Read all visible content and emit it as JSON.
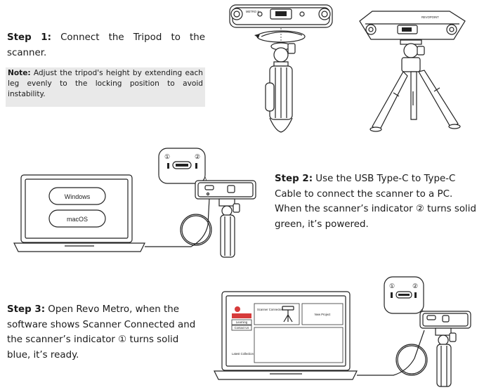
{
  "step1": {
    "label": "Step 1:",
    "text": " Connect the Tripod to the scanner."
  },
  "note": {
    "label": "Note:",
    "text": " Adjust the tripod's height by extending each leg evenly to the locking position to avoid instability."
  },
  "step2": {
    "label": "Step 2:",
    "text": " Use the USB Type-C to Type-C Cable to connect the scanner to a PC. When the scanner’s indicator ② turns solid green, it’s powered."
  },
  "step3": {
    "label": "Step 3:",
    "text": " Open Revo Metro, when the software shows Scanner Connected and the scanner’s indicator ① turns solid blue, it’s ready."
  },
  "laptop1": {
    "os_options": [
      "Windows",
      "macOS"
    ]
  },
  "indicators": {
    "one": "①",
    "two": "②"
  },
  "software": {
    "sidebar_items": [
      "Learning",
      "Contact Us"
    ],
    "scanner_connected": "Scanner Connected",
    "new_project": "New Project",
    "latest_collection": "Latest Collection"
  },
  "scanner_brand": "REVOPOINT",
  "scanner_model": "METRO X"
}
